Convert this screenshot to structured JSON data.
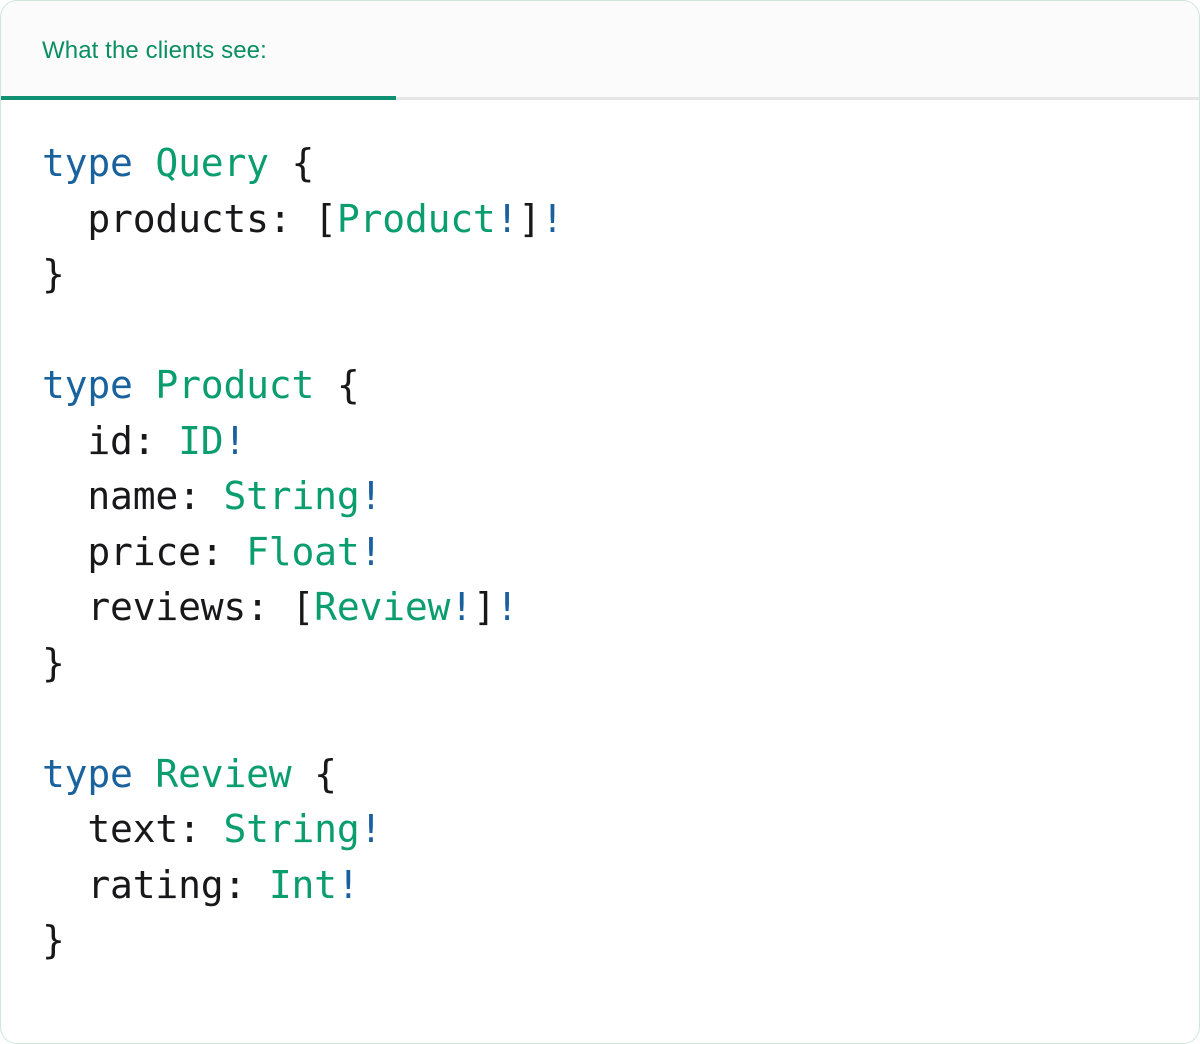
{
  "card": {
    "border_color": "#cfe6da",
    "background": "#ffffff"
  },
  "header": {
    "tab_label": "What the clients see:",
    "tab_text_color": "#0a8f63",
    "tab_underline_color": "#0f9171",
    "strip_background": "#fbfbfb",
    "divider_color": "#e6e6e6"
  },
  "syntax_colors": {
    "keyword": "#19629e",
    "type_name": "#0a9e6e",
    "field_name": "#18181b",
    "punctuation": "#18181b",
    "non_null_bang": "#1a5f9e"
  },
  "code": {
    "language": "graphql",
    "raw": "type Query {\n  products: [Product!]!\n}\n\ntype Product {\n  id: ID!\n  name: String!\n  price: Float!\n  reviews: [Review!]!\n}\n\ntype Review {\n  text: String!\n  rating: Int!\n}",
    "lines": [
      {
        "indent": 0,
        "tokens": [
          {
            "t": "type",
            "k": "kw"
          },
          {
            "t": " ",
            "k": "plain"
          },
          {
            "t": "Query",
            "k": "type"
          },
          {
            "t": " ",
            "k": "plain"
          },
          {
            "t": "{",
            "k": "brace"
          }
        ]
      },
      {
        "indent": 2,
        "tokens": [
          {
            "t": "products",
            "k": "field"
          },
          {
            "t": ":",
            "k": "punct"
          },
          {
            "t": " ",
            "k": "plain"
          },
          {
            "t": "[",
            "k": "punct"
          },
          {
            "t": "Product",
            "k": "type"
          },
          {
            "t": "!",
            "k": "bang"
          },
          {
            "t": "]",
            "k": "punct"
          },
          {
            "t": "!",
            "k": "bang"
          }
        ]
      },
      {
        "indent": 0,
        "tokens": [
          {
            "t": "}",
            "k": "brace"
          }
        ]
      },
      {
        "indent": 0,
        "tokens": []
      },
      {
        "indent": 0,
        "tokens": [
          {
            "t": "type",
            "k": "kw"
          },
          {
            "t": " ",
            "k": "plain"
          },
          {
            "t": "Product",
            "k": "type"
          },
          {
            "t": " ",
            "k": "plain"
          },
          {
            "t": "{",
            "k": "brace"
          }
        ]
      },
      {
        "indent": 2,
        "tokens": [
          {
            "t": "id",
            "k": "field"
          },
          {
            "t": ":",
            "k": "punct"
          },
          {
            "t": " ",
            "k": "plain"
          },
          {
            "t": "ID",
            "k": "type"
          },
          {
            "t": "!",
            "k": "bang"
          }
        ]
      },
      {
        "indent": 2,
        "tokens": [
          {
            "t": "name",
            "k": "field"
          },
          {
            "t": ":",
            "k": "punct"
          },
          {
            "t": " ",
            "k": "plain"
          },
          {
            "t": "String",
            "k": "type"
          },
          {
            "t": "!",
            "k": "bang"
          }
        ]
      },
      {
        "indent": 2,
        "tokens": [
          {
            "t": "price",
            "k": "field"
          },
          {
            "t": ":",
            "k": "punct"
          },
          {
            "t": " ",
            "k": "plain"
          },
          {
            "t": "Float",
            "k": "type"
          },
          {
            "t": "!",
            "k": "bang"
          }
        ]
      },
      {
        "indent": 2,
        "tokens": [
          {
            "t": "reviews",
            "k": "field"
          },
          {
            "t": ":",
            "k": "punct"
          },
          {
            "t": " ",
            "k": "plain"
          },
          {
            "t": "[",
            "k": "punct"
          },
          {
            "t": "Review",
            "k": "type"
          },
          {
            "t": "!",
            "k": "bang"
          },
          {
            "t": "]",
            "k": "punct"
          },
          {
            "t": "!",
            "k": "bang"
          }
        ]
      },
      {
        "indent": 0,
        "tokens": [
          {
            "t": "}",
            "k": "brace"
          }
        ]
      },
      {
        "indent": 0,
        "tokens": []
      },
      {
        "indent": 0,
        "tokens": [
          {
            "t": "type",
            "k": "kw"
          },
          {
            "t": " ",
            "k": "plain"
          },
          {
            "t": "Review",
            "k": "type"
          },
          {
            "t": " ",
            "k": "plain"
          },
          {
            "t": "{",
            "k": "brace"
          }
        ]
      },
      {
        "indent": 2,
        "tokens": [
          {
            "t": "text",
            "k": "field"
          },
          {
            "t": ":",
            "k": "punct"
          },
          {
            "t": " ",
            "k": "plain"
          },
          {
            "t": "String",
            "k": "type"
          },
          {
            "t": "!",
            "k": "bang"
          }
        ]
      },
      {
        "indent": 2,
        "tokens": [
          {
            "t": "rating",
            "k": "field"
          },
          {
            "t": ":",
            "k": "punct"
          },
          {
            "t": " ",
            "k": "plain"
          },
          {
            "t": "Int",
            "k": "type"
          },
          {
            "t": "!",
            "k": "bang"
          }
        ]
      },
      {
        "indent": 0,
        "tokens": [
          {
            "t": "}",
            "k": "brace"
          }
        ]
      }
    ]
  }
}
